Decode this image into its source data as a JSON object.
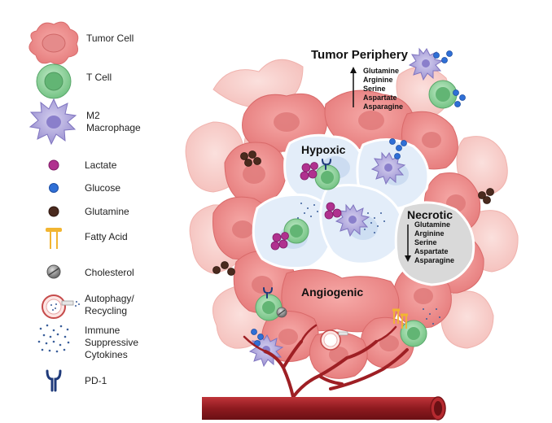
{
  "legend": [
    {
      "label": "Tumor Cell",
      "icon": "tumor-cell-icon"
    },
    {
      "label": "T Cell",
      "icon": "t-cell-icon"
    },
    {
      "label": "M2 Macrophage",
      "lines": [
        "M2",
        "Macrophage"
      ],
      "icon": "m2-macrophage-icon"
    },
    {
      "label": "Lactate",
      "icon": "lactate-icon"
    },
    {
      "label": "Glucose",
      "icon": "glucose-icon"
    },
    {
      "label": "Glutamine",
      "icon": "glutamine-icon"
    },
    {
      "label": "Fatty Acid",
      "icon": "fatty-acid-icon"
    },
    {
      "label": "Cholesterol",
      "icon": "cholesterol-icon"
    },
    {
      "label": "Autophagy/ Recycling",
      "lines": [
        "Autophagy/",
        "Recycling"
      ],
      "icon": "autophagy-icon"
    },
    {
      "label": "Immune Suppressive Cytokines",
      "lines": [
        "Immune",
        "Suppressive",
        "Cytokines"
      ],
      "icon": "cytokines-icon"
    },
    {
      "label": "PD-1",
      "icon": "pd1-icon"
    }
  ],
  "regions": {
    "periphery": {
      "title": "Tumor Periphery",
      "nutrients": [
        "Glutamine",
        "Arginine",
        "Serine",
        "Aspartate",
        "Asparagine"
      ]
    },
    "hypoxic": {
      "title": "Hypoxic"
    },
    "necrotic": {
      "title": "Necrotic",
      "nutrients": [
        "Glutamine",
        "Arginine",
        "Serine",
        "Aspartate",
        "Asparagine"
      ]
    },
    "angiogenic": {
      "title": "Angiogenic"
    }
  },
  "colors": {
    "tumor_cell": "#f08c8c",
    "tumor_cell_light": "#f7c9c6",
    "t_cell": "#8fd39c",
    "macrophage": "#a9a0d8",
    "lactate": "#b0318f",
    "glucose": "#2f6fd6",
    "glutamine": "#4a2a1e",
    "fatty_acid": "#f2b531",
    "cholesterol": "#8a8a8a",
    "pd1": "#1f3a7a",
    "vessel": "#9e1f24",
    "hypoxic_core": "#dde9f7",
    "necrotic_core": "#d9d9d9"
  }
}
